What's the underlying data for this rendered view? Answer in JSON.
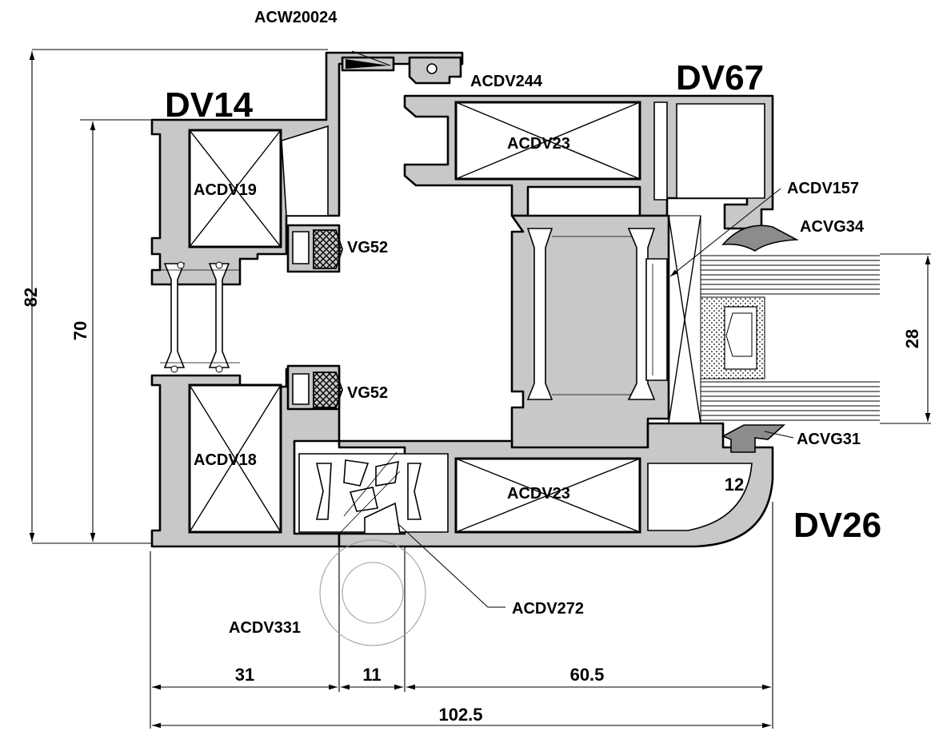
{
  "profiles": {
    "frame_code": "DV14",
    "sash_code": "DV67",
    "bottom_code": "DV26"
  },
  "parts": {
    "top_clip": "ACW20024",
    "top_gasket": "ACDV244",
    "sash_reinforcement": "ACDV23",
    "bottom_reinforcement": "ACDV23",
    "frame_reinforcement_top": "ACDV19",
    "frame_reinforcement_bottom": "ACDV18",
    "glazing_bead_part": "ACDV157",
    "upper_glazing_gasket": "ACVG34",
    "lower_glazing_gasket": "ACVG31",
    "frame_gasket_upper": "VG52",
    "frame_gasket_lower": "VG52",
    "corner_part": "ACDV272",
    "round_part": "ACDV331"
  },
  "dimensions": {
    "overall_height": "82",
    "frame_height": "70",
    "glass_thickness": "28",
    "bead_offset": "12",
    "frame_width": "31",
    "middle_width": "11",
    "sash_width": "60.5",
    "overall_width": "102.5"
  },
  "colors": {
    "profile_fill": "#c8c8c8",
    "outline": "#000000",
    "background": "#ffffff"
  }
}
